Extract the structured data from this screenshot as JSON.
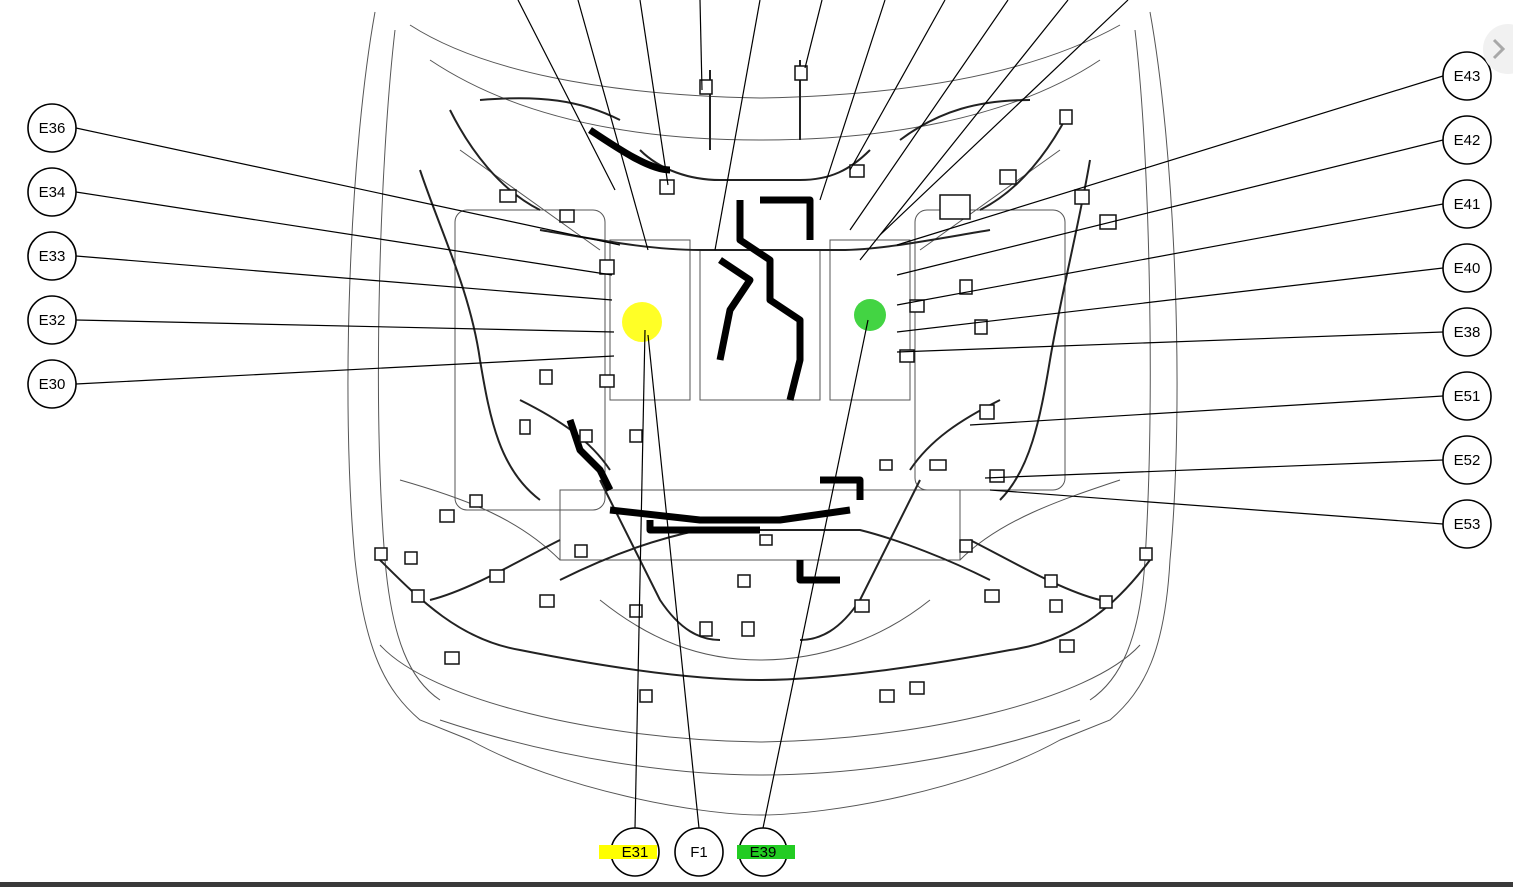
{
  "diagram": {
    "callouts": {
      "e36": "E36",
      "e34": "E34",
      "e33": "E33",
      "e32": "E32",
      "e30": "E30",
      "e43": "E43",
      "e42": "E42",
      "e41": "E41",
      "e40": "E40",
      "e38": "E38",
      "e51": "E51",
      "e52": "E52",
      "e53": "E53",
      "e31": "E31",
      "f1": "F1",
      "e39": "E39"
    },
    "highlight_colors": {
      "e31": "#ffff00",
      "e39": "#22cc22"
    }
  },
  "navigation": {
    "next_icon": "chevron-right-icon"
  }
}
